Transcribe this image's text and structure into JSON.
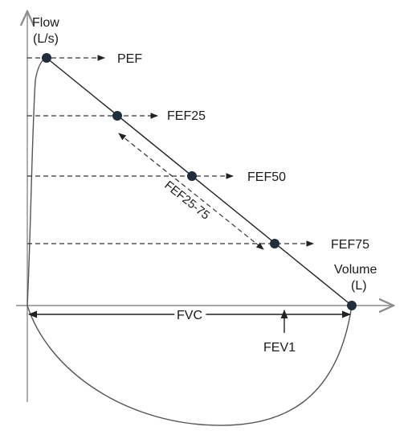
{
  "axes": {
    "y_label_line1": "Flow",
    "y_label_line2": "(L/s)",
    "x_label_line1": "Volume",
    "x_label_line2": "(L)"
  },
  "markers": {
    "pef": "PEF",
    "fef25": "FEF25",
    "fef50": "FEF50",
    "fef75": "FEF75",
    "fef25_75": "FEF25-75",
    "fvc": "FVC",
    "fev1": "FEV1"
  },
  "colors": {
    "dot": "#1f2d3d",
    "axis": "#8c8c8c",
    "curve": "#555555",
    "line": "#222222"
  }
}
